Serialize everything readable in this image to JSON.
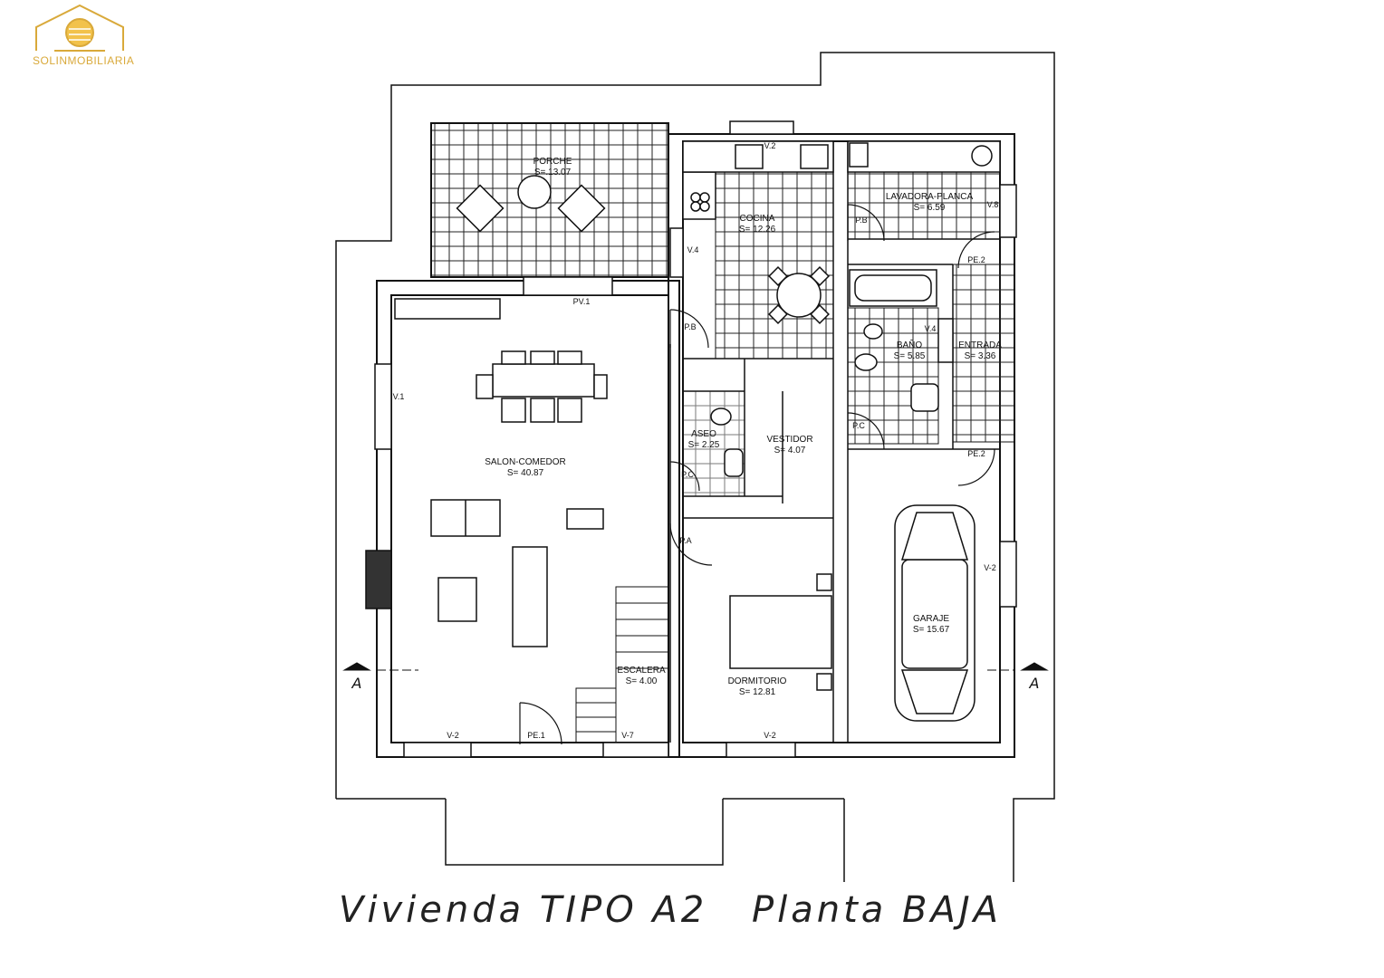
{
  "logo": {
    "brand_text": "SOLINMOBILIARIA",
    "color": "#d9a93a"
  },
  "caption": {
    "left": "Vivienda  TIPO  A2",
    "right": "Planta  BAJA"
  },
  "rooms": {
    "porche": {
      "name": "PORCHE",
      "area": "S=.13.07"
    },
    "cocina": {
      "name": "COCINA",
      "area": "S= 12.26"
    },
    "lavadora": {
      "name": "LAVADORA-PLANCA",
      "area": "S= 6.59"
    },
    "salon": {
      "name": "SALON-COMEDOR",
      "area": "S= 40.87"
    },
    "aseo": {
      "name": "ASEO",
      "area": "S= 2.25"
    },
    "vestidor": {
      "name": "VESTIDOR",
      "area": "S= 4.07"
    },
    "bano": {
      "name": "BAÑO",
      "area": "S= 5.85"
    },
    "entrada": {
      "name": "ENTRADA",
      "area": "S= 3.36"
    },
    "garaje": {
      "name": "GARAJE",
      "area": "S= 15.67"
    },
    "escalera": {
      "name": "ESCALERA",
      "area": "S= 4.00"
    },
    "dormitorio": {
      "name": "DORMITORIO",
      "area": "S= 12.81"
    }
  },
  "openings": {
    "pv1": "PV.1",
    "v2_top": "V.2",
    "v1": "V.1",
    "v4_kitchen": "V.4",
    "v4_bath": "V.4",
    "v8": "V.8",
    "v2_garage": "V-2",
    "v2_bottom_left": "V-2",
    "v7_bottom": "V-7",
    "v2_bottom_right": "V-2",
    "pe1": "PE.1",
    "pe2_top": "PE.2",
    "pe2_bottom": "PE.2",
    "pb_kitchen": "P.B",
    "pb_lav": "P.B",
    "pc_aseo": "P.C",
    "pc_bath": "P.C",
    "pa": "P.A"
  },
  "section_marks": {
    "left": "A",
    "right": "A"
  }
}
